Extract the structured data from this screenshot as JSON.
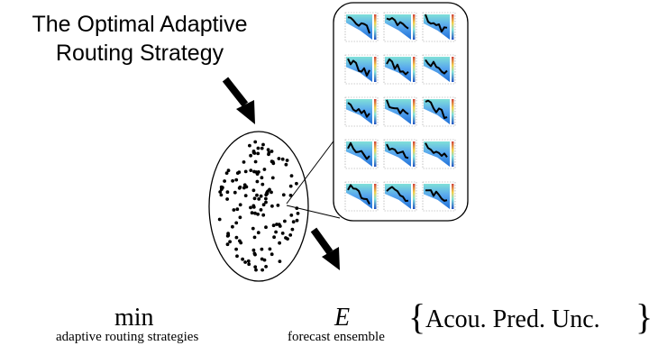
{
  "title": {
    "line1": "The Optimal Adaptive",
    "line2": "Routing Strategy"
  },
  "formula": {
    "min_label": "min",
    "min_subscript": "adaptive routing strategies",
    "expectation_label": "E",
    "expectation_subscript": "forecast ensemble",
    "open_brace": "{",
    "expression": "Acou. Pred. Unc.",
    "close_brace": "}"
  },
  "panel": {
    "rows": 5,
    "cols": 3
  },
  "colors": {
    "field_top": "#7fe0d8",
    "field_deep": "#1e6fd8",
    "field_mid": "#59a8ee",
    "colorbar_top": "#d0423a",
    "colorbar_mid": "#f2d24a",
    "colorbar_bottom": "#2050c0",
    "ink": "#000000"
  }
}
